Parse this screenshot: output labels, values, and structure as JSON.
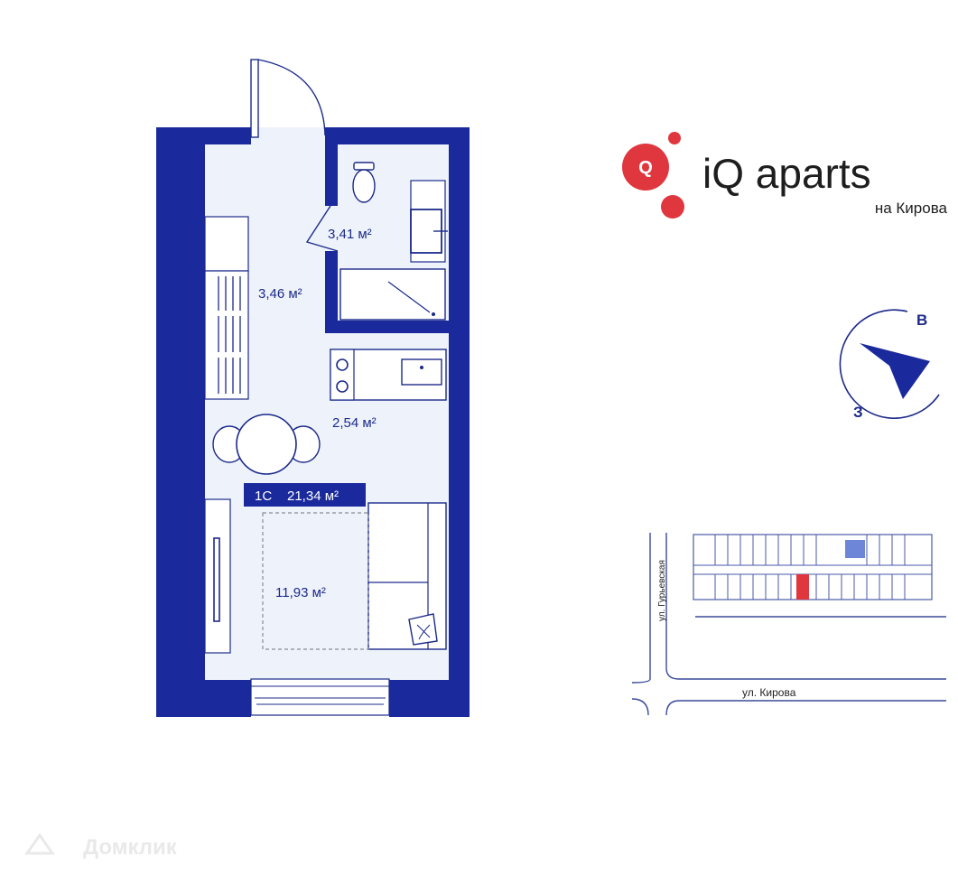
{
  "brand": {
    "logo_letter": "Q",
    "name": "iQ aparts",
    "subtitle": "на Кирова"
  },
  "colors": {
    "wall": "#1a2a9c",
    "floor": "#eef3fb",
    "brand_red": "#e0363e",
    "accent_unit": "#e0363e",
    "ink": "#1c2a8a"
  },
  "floorplan": {
    "unit_label": "1С",
    "unit_area": "21,34 м²",
    "rooms": [
      {
        "id": "bathroom",
        "area": "3,41 м²"
      },
      {
        "id": "hallway",
        "area": "3,46 м²"
      },
      {
        "id": "kitchen",
        "area": "2,54 м²"
      },
      {
        "id": "living",
        "area": "11,93 м²"
      }
    ]
  },
  "compass": {
    "east": "В",
    "west": "З"
  },
  "site_map": {
    "street_vertical": "ул. Гурьевская",
    "street_horizontal": "ул. Кирова"
  },
  "watermark": {
    "text": "Домклик"
  }
}
